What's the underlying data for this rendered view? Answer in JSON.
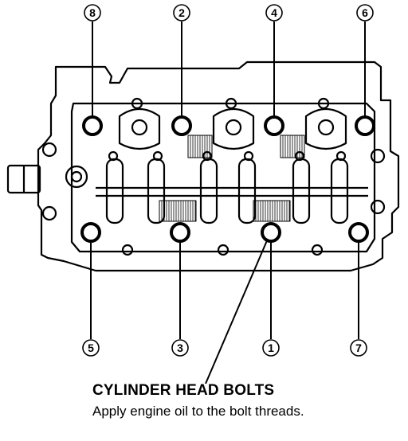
{
  "callout": {
    "title": "CYLINDER HEAD BOLTS",
    "note": "Apply engine oil to the bolt threads."
  },
  "bolts": [
    {
      "number": "8",
      "row": "top",
      "slot": 0
    },
    {
      "number": "2",
      "row": "top",
      "slot": 1
    },
    {
      "number": "4",
      "row": "top",
      "slot": 2
    },
    {
      "number": "6",
      "row": "top",
      "slot": 3
    },
    {
      "number": "5",
      "row": "bottom",
      "slot": 0
    },
    {
      "number": "3",
      "row": "bottom",
      "slot": 1
    },
    {
      "number": "1",
      "row": "bottom",
      "slot": 2
    },
    {
      "number": "7",
      "row": "bottom",
      "slot": 3
    }
  ],
  "colors": {
    "ink": "#000000",
    "paper": "#ffffff"
  }
}
